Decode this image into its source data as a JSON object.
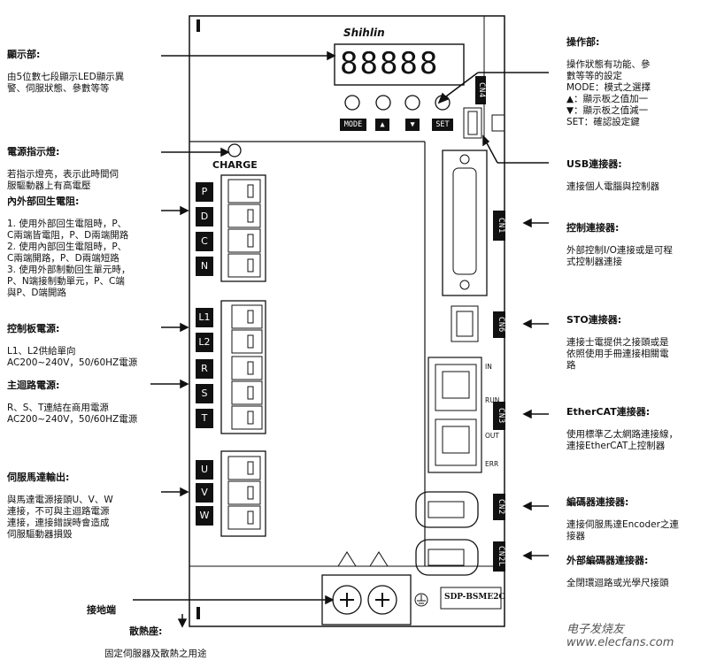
{
  "brand": "Shihlin",
  "model": "SDP-BSME2C",
  "charge_label": "CHARGE",
  "watermark": "电子发烧友 www.elecfans.com",
  "display_digits": "88888",
  "buttons": {
    "mode": "MODE",
    "up": "▲",
    "down": "▼",
    "set": "SET"
  },
  "terminals": {
    "regen": [
      "P",
      "D",
      "C",
      "N"
    ],
    "control_power": [
      "L1",
      "L2"
    ],
    "main_power": [
      "R",
      "S",
      "T"
    ],
    "motor": [
      "U",
      "V",
      "W"
    ]
  },
  "connectors": {
    "cn4": "CN4",
    "cn1": "CN1",
    "cn6": "CN6",
    "cn3": "CN3",
    "cn2": "CN2",
    "cn2l": "CN2L"
  },
  "ethercat_ports": {
    "in": "IN",
    "run": "RUN",
    "out": "OUT",
    "err": "ERR"
  },
  "annotations": {
    "display": {
      "title": "顯示部:",
      "body": "由5位數七段顯示LED顯示異\n警、伺服狀態、參數等等"
    },
    "charge": {
      "title": "電源指示燈:",
      "body": "若指示燈亮，表示此時間伺\n服驅動器上有高電壓"
    },
    "regen": {
      "title": "內外部回生電阻:",
      "body": "1. 使用外部回生電阻時，P、\nC兩端皆電阻，P、D兩端開路\n2. 使用內部回生電阻時，P、\nC兩端開路，P、D兩端短路\n3. 使用外部制動回生單元時，\nP、N端接制動單元，P、C端\n與P、D端開路"
    },
    "control_power": {
      "title": "控制板電源:",
      "body": "L1、L2供給單向\nAC200~240V，50/60HZ電源"
    },
    "main_power": {
      "title": "主迴路電源:",
      "body": "R、S、T連結在商用電源\nAC200~240V，50/60HZ電源"
    },
    "motor_output": {
      "title": "伺服馬達輸出:",
      "body": "與馬達電源接頭U、V、W\n連接，不可與主迴路電源\n連接，連接錯誤時會造成\n伺服驅動器損毀"
    },
    "ground": {
      "title": "接地端",
      "body": ""
    },
    "heatsink": {
      "title": "散熱座:",
      "body": "固定伺服器及散熱之用途"
    },
    "operation": {
      "title": "操作部:",
      "body": "操作狀態有功能、參\n數等等的設定\nMODE：模式之選擇\n▲：顯示板之值加一\n▼：顯示板之值減一\nSET：確認設定鍵"
    },
    "usb": {
      "title": "USB連接器:",
      "body": "連接個人電腦與控制器"
    },
    "control_conn": {
      "title": "控制連接器:",
      "body": "外部控制I/O連接或是可程\n式控制器連接"
    },
    "sto": {
      "title": "STO連接器:",
      "body": "連接士電提供之接頭或是\n依照使用手冊連接相關電\n路"
    },
    "ethercat": {
      "title": "EtherCAT連接器:",
      "body": "使用標準乙太網路連接線，\n連接EtherCAT上控制器"
    },
    "encoder": {
      "title": "編碼器連接器:",
      "body": "連接伺服馬達Encoder之連\n接器"
    },
    "ext_encoder": {
      "title": "外部編碼器連接器:",
      "body": "全閉環迴路或光學尺接頭"
    }
  }
}
